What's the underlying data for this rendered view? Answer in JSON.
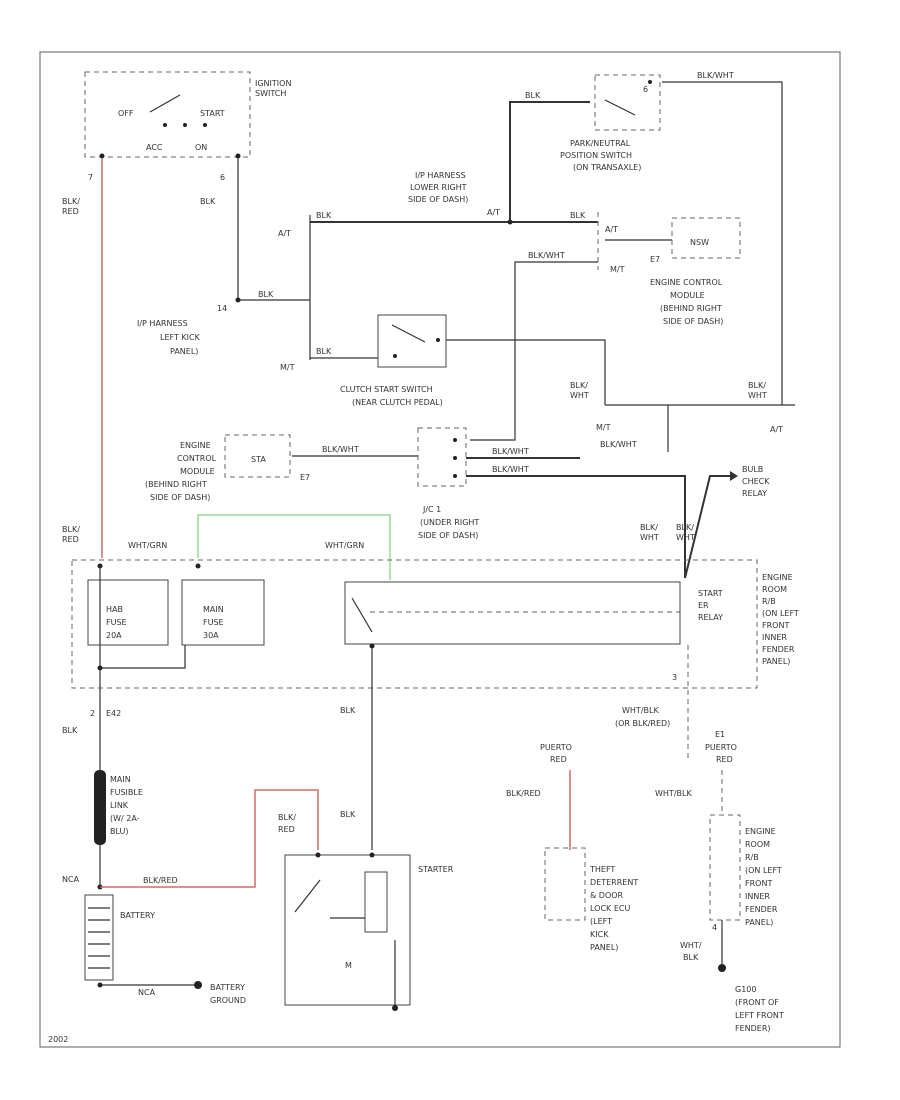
{
  "colors": {
    "frame": "#666666",
    "wire": "#333333",
    "red_wire": "#d06a6a",
    "green_wire": "#7ed17e"
  },
  "ign": {
    "title1": "IGNITION",
    "title2": "SWITCH",
    "off": "OFF",
    "start": "START",
    "acc": "ACC",
    "on": "ON",
    "pin_left": "7",
    "pin_right": "6",
    "wire_right": "BLK",
    "wire_left1": "BLK/",
    "wire_left2": "RED"
  },
  "ip_left": {
    "wire": "BLK",
    "pin": "14",
    "l1": "I/P HARNESS",
    "l2": "LEFT KICK",
    "l3": "PANEL)"
  },
  "ip_lower": {
    "l1": "I/P HARNESS",
    "l2": "LOWER RIGHT",
    "l3": "SIDE OF DASH)",
    "pin": "A/T",
    "wire": "BLK"
  },
  "pn_switch": {
    "wire_top": "BLK",
    "wire_right": "BLK/WHT",
    "pin": "6",
    "l1": "PARK/NEUTRAL",
    "l2": "POSITION SWITCH",
    "l3": "(ON TRANSAXLE)"
  },
  "ecm_top": {
    "wire_at": "BLK",
    "at": "A/T",
    "mt": "M/T",
    "pin": "NSW",
    "et": "E7",
    "mt_wire": "BLK/WHT",
    "l1": "ENGINE CONTROL",
    "l2": "MODULE",
    "l3": "(BEHIND RIGHT",
    "l4": "SIDE OF DASH)"
  },
  "clutch": {
    "at": "A/T",
    "mt": "M/T",
    "wire_top": "BLK",
    "wire_bot": "BLK",
    "l1": "CLUTCH START SWITCH",
    "l2": "(NEAR CLUTCH PEDAL)"
  },
  "mid_wires": {
    "left1": "BLK/",
    "left2": "WHT",
    "right1": "BLK/",
    "right2": "WHT",
    "mt": "M/T",
    "mt_wire": "BLK/WHT",
    "at": "A/T"
  },
  "ecm_mid": {
    "l1": "ENGINE",
    "l2": "CONTROL",
    "l3": "MODULE",
    "l4": "(BEHIND RIGHT",
    "l5": "SIDE OF DASH)",
    "pin": "STA",
    "et": "E7",
    "wire": "BLK/WHT"
  },
  "jc1": {
    "wire1": "BLK/WHT",
    "wire2": "BLK/WHT",
    "l1": "J/C 1",
    "l2": "(UNDER RIGHT",
    "l3": "SIDE OF DASH)"
  },
  "bulb": {
    "l1": "BULB",
    "l2": "CHECK",
    "l3": "RELAY"
  },
  "relay_box": {
    "red_left1": "BLK/",
    "red_left2": "RED",
    "w1": "WHT/GRN",
    "w2": "WHT/GRN",
    "bw_a1": "BLK/",
    "bw_a2": "WHT",
    "bw_b1": "BLK/",
    "bw_b2": "WHT"
  },
  "fuse1": {
    "n": "HAB",
    "t": "FUSE",
    "a": "20A"
  },
  "fuse2": {
    "n": "MAIN",
    "t": "FUSE",
    "a": "30A"
  },
  "start_relay": {
    "l1": "START",
    "l2": "ER",
    "l3": "RELAY",
    "pin": "3"
  },
  "engine_room": {
    "l1": "ENGINE",
    "l2": "ROOM",
    "l3": "R/B",
    "l4": "(ON LEFT",
    "l5": "FRONT",
    "l6": "INNER",
    "l7": "FENDER",
    "l8": "PANEL)"
  },
  "lower": {
    "blk_a": "BLK",
    "blk_b": "BLK",
    "blk_c": "BLK",
    "pin2": "2",
    "e42": "E42",
    "wb1": "WHT/BLK",
    "wb2": "(OR BLK/RED)"
  },
  "fusible": {
    "l1": "MAIN",
    "l2": "FUSIBLE",
    "l3": "LINK",
    "l4": "(W/ 2A-",
    "l5": "BLU)"
  },
  "battery": {
    "pos": "NCA",
    "wire": "BLK/RED",
    "label": "BATTERY",
    "neg": "NCA",
    "gnd1": "BATTERY",
    "gnd2": "GROUND"
  },
  "starter": {
    "label": "STARTER",
    "red1": "BLK/",
    "red2": "RED",
    "blk": "BLK"
  },
  "theft": {
    "p1": "PUERTO",
    "p2": "RED",
    "wire": "BLK/RED",
    "l1": "THEFT",
    "l2": "DETERRENT",
    "l3": "& DOOR",
    "l4": "LOCK ECU",
    "l5": "(LEFT",
    "l6": "KICK",
    "l7": "PANEL)"
  },
  "er_right": {
    "e1": "E1",
    "p1": "PUERTO",
    "p2": "RED",
    "wire": "WHT/BLK",
    "l1": "ENGINE",
    "l2": "ROOM",
    "l3": "R/B",
    "l4": "(ON LEFT",
    "l5": "FRONT",
    "l6": "INNER",
    "l7": "FENDER",
    "l8": "PANEL)",
    "pin": "4",
    "w1": "WHT/",
    "w2": "BLK"
  },
  "gnd_right": {
    "l1": "G100",
    "l2": "(FRONT OF",
    "l3": "LEFT FRONT",
    "l4": "FENDER)"
  },
  "footer": "2002"
}
